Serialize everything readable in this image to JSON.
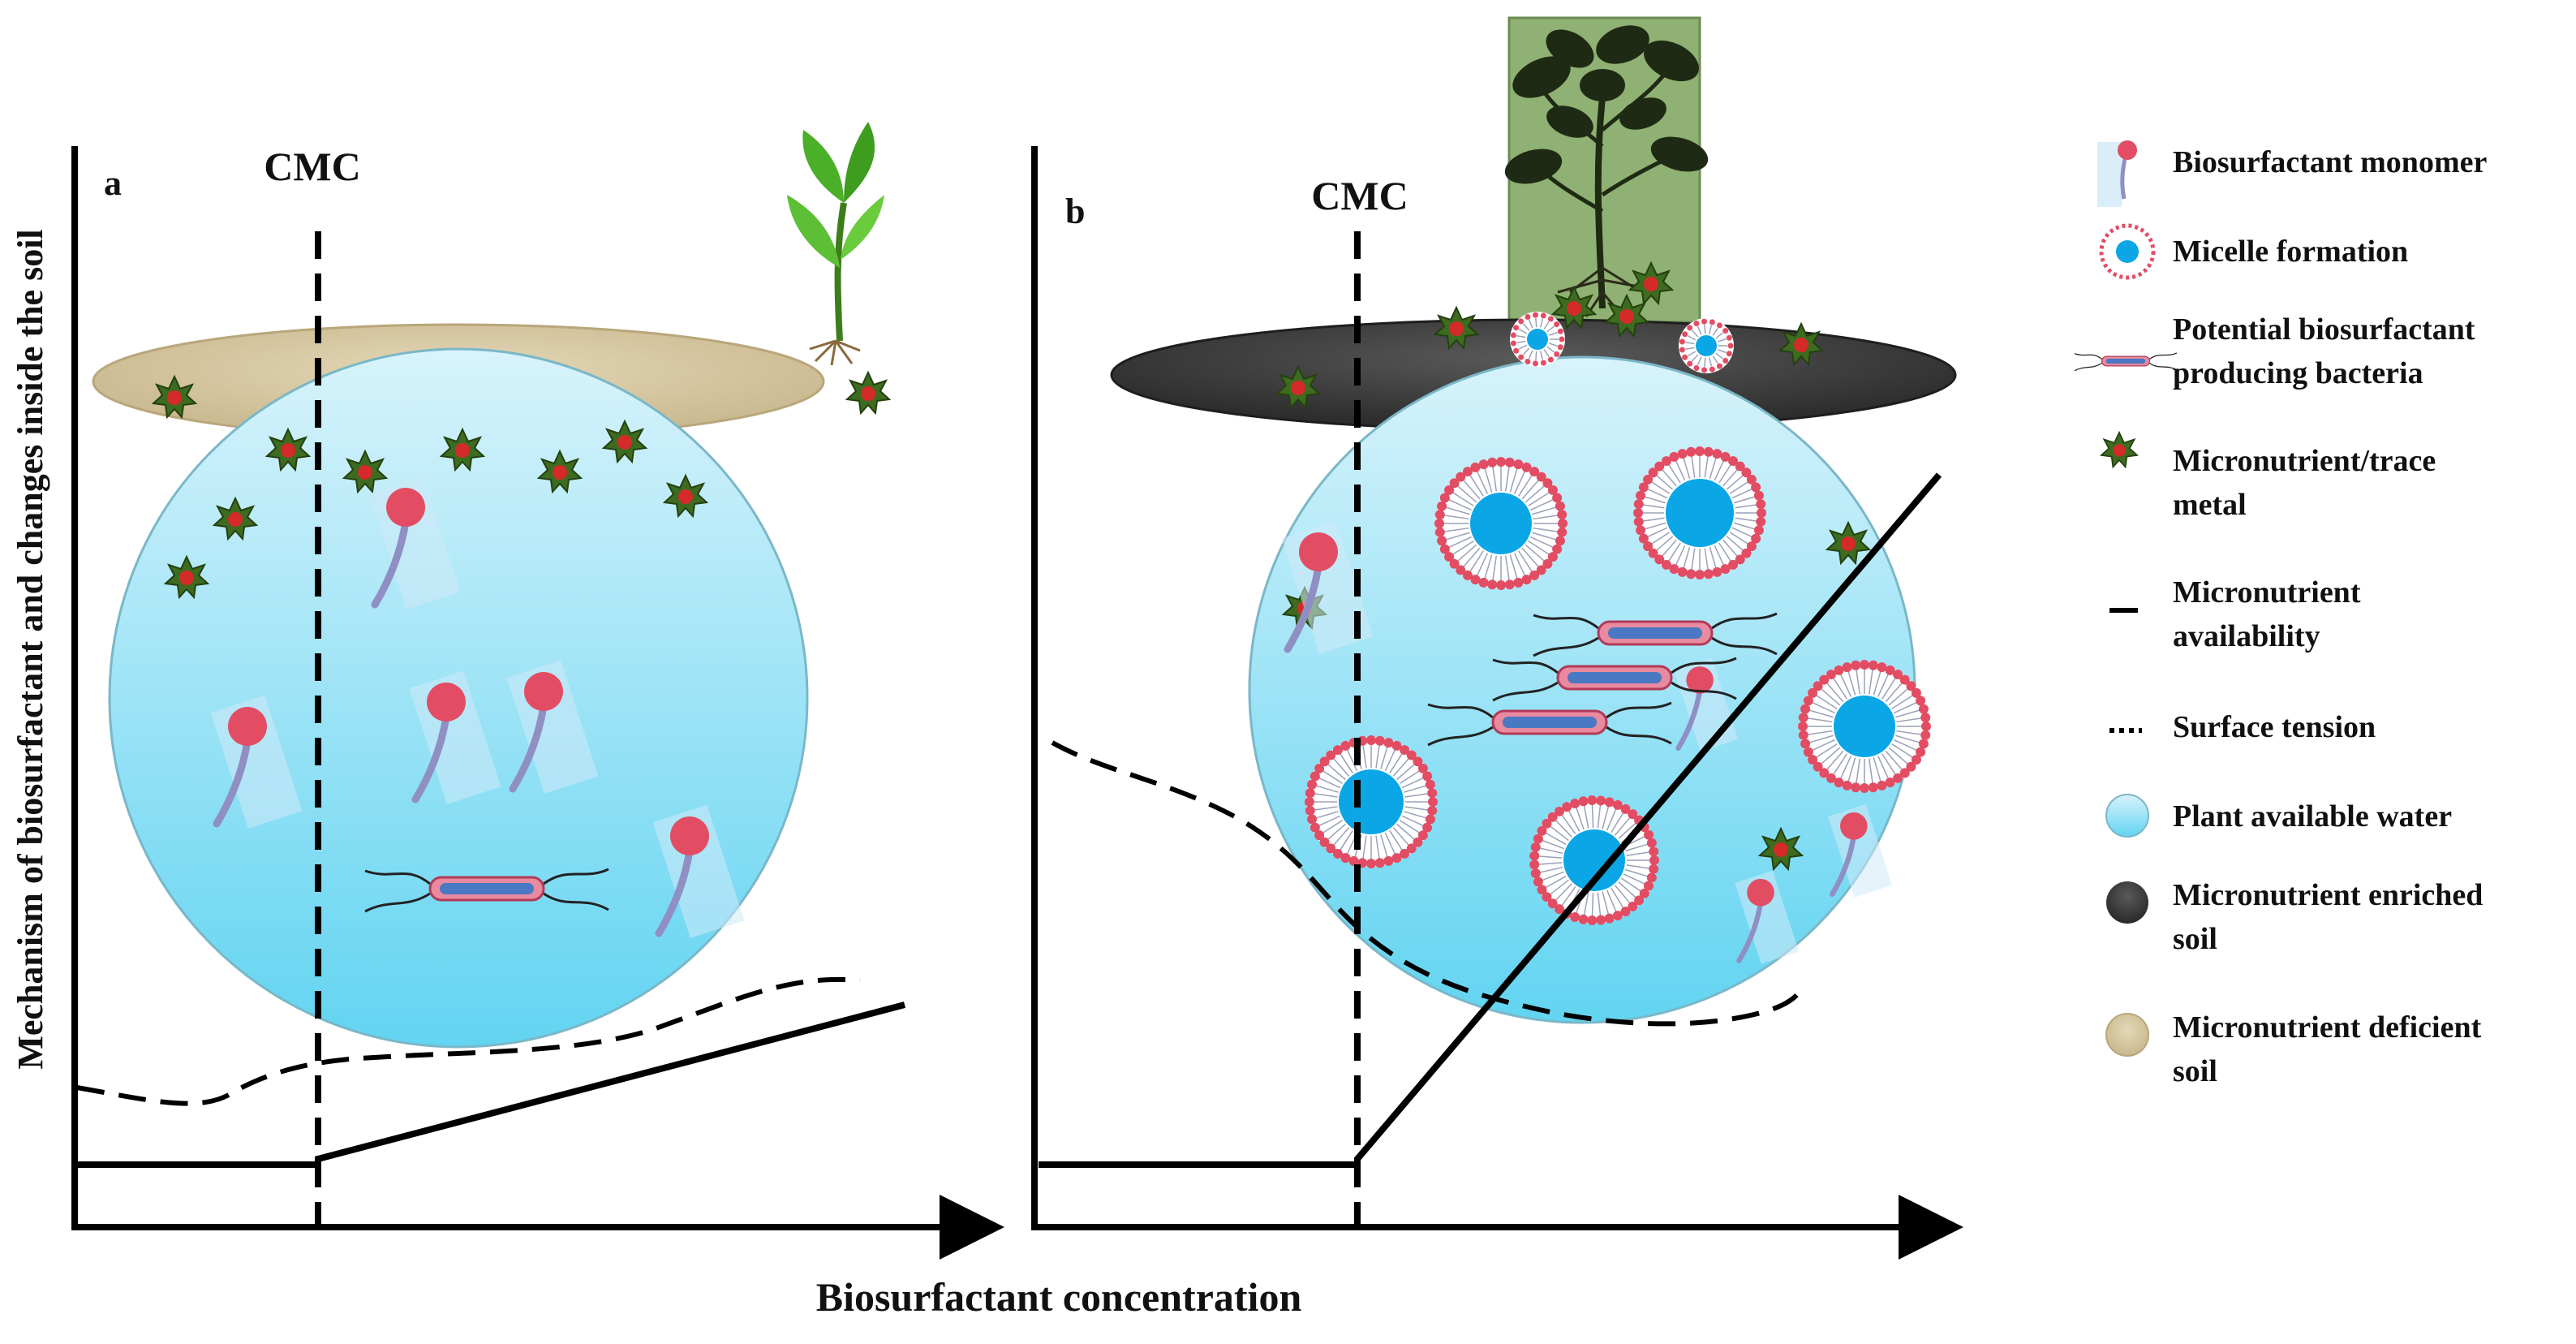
{
  "diagram": {
    "y_axis_label": "Mechanism of biosurfactant and changes inside the soil",
    "x_axis_label": "Biosurfactant concentration",
    "panels": [
      {
        "id": "a",
        "label": "a",
        "cmc_label": "CMC"
      },
      {
        "id": "b",
        "label": "b",
        "cmc_label": "CMC"
      }
    ]
  },
  "legend": {
    "items": [
      {
        "lines": [
          "Biosurfactant monomer"
        ],
        "icon": "biosurfactant-monomer-icon"
      },
      {
        "lines": [
          "Micelle formation"
        ],
        "icon": "micelle-icon"
      },
      {
        "lines": [
          "Potential biosurfactant",
          "producing bacteria"
        ],
        "icon": "bacteria-icon"
      },
      {
        "lines": [
          "Micronutrient/trace",
          "metal"
        ],
        "icon": "micronutrient-star-icon"
      },
      {
        "lines": [
          "Micronutrient",
          "availability"
        ],
        "icon": "solid-line-icon"
      },
      {
        "lines": [
          "Surface tension"
        ],
        "icon": "dotted-line-icon"
      },
      {
        "lines": [
          "Plant available water"
        ],
        "icon": "water-circle-icon"
      },
      {
        "lines": [
          "Micronutrient enriched",
          "soil"
        ],
        "icon": "enriched-soil-icon"
      },
      {
        "lines": [
          "Micronutrient deficient",
          "soil"
        ],
        "icon": "deficient-soil-icon"
      }
    ]
  },
  "colors": {
    "water_top": "#d8f3fb",
    "water_bottom": "#5fd3f0",
    "deficient_soil": "#d6c8a4",
    "enriched_soil": "#3b3b3b",
    "micelle_core": "#0aa6e6",
    "headgroup": "#e24d63",
    "tail": "#8f8fc4",
    "star_outer": "#3d6b1f",
    "star_inner": "#d42a2a",
    "plant_box": "#8fb173"
  }
}
